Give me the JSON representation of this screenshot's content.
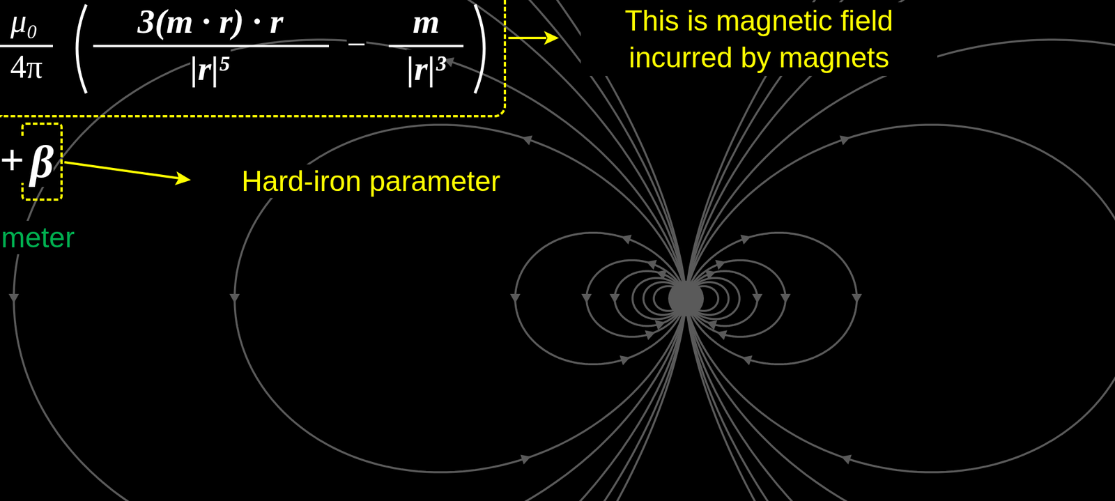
{
  "diagram": {
    "nodes": [
      {
        "text": [
          "μ₀",
          "4π",
          "3(m · r) · r",
          "|r|⁵",
          "−",
          "m",
          "|r|³"
        ]
      },
      {
        "text": [
          "β"
        ]
      }
    ],
    "labels": [
      "+",
      "This is magnetic field incurred by magnets",
      "Hard-iron parameter",
      "meter"
    ]
  }
}
